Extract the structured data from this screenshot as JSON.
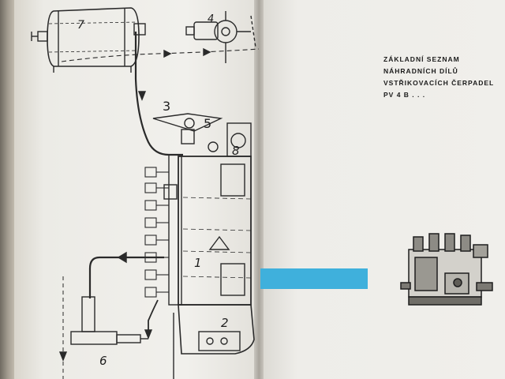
{
  "caption": {
    "lines": [
      "ZÁKLADNÍ SEZNAM",
      "NÁHRADNÍCH DÍLŮ",
      "VSTŘIKOVACÍCH ČERPADEL",
      "PV 4 B . . ."
    ]
  },
  "diagram": {
    "part_numbers": [
      "7",
      "4",
      "3",
      "5",
      "8",
      "1",
      "2",
      "6"
    ]
  },
  "colors": {
    "accent_band": "#3fb0dc",
    "ink": "#1f1f1f",
    "paper": "#f0efeb"
  }
}
